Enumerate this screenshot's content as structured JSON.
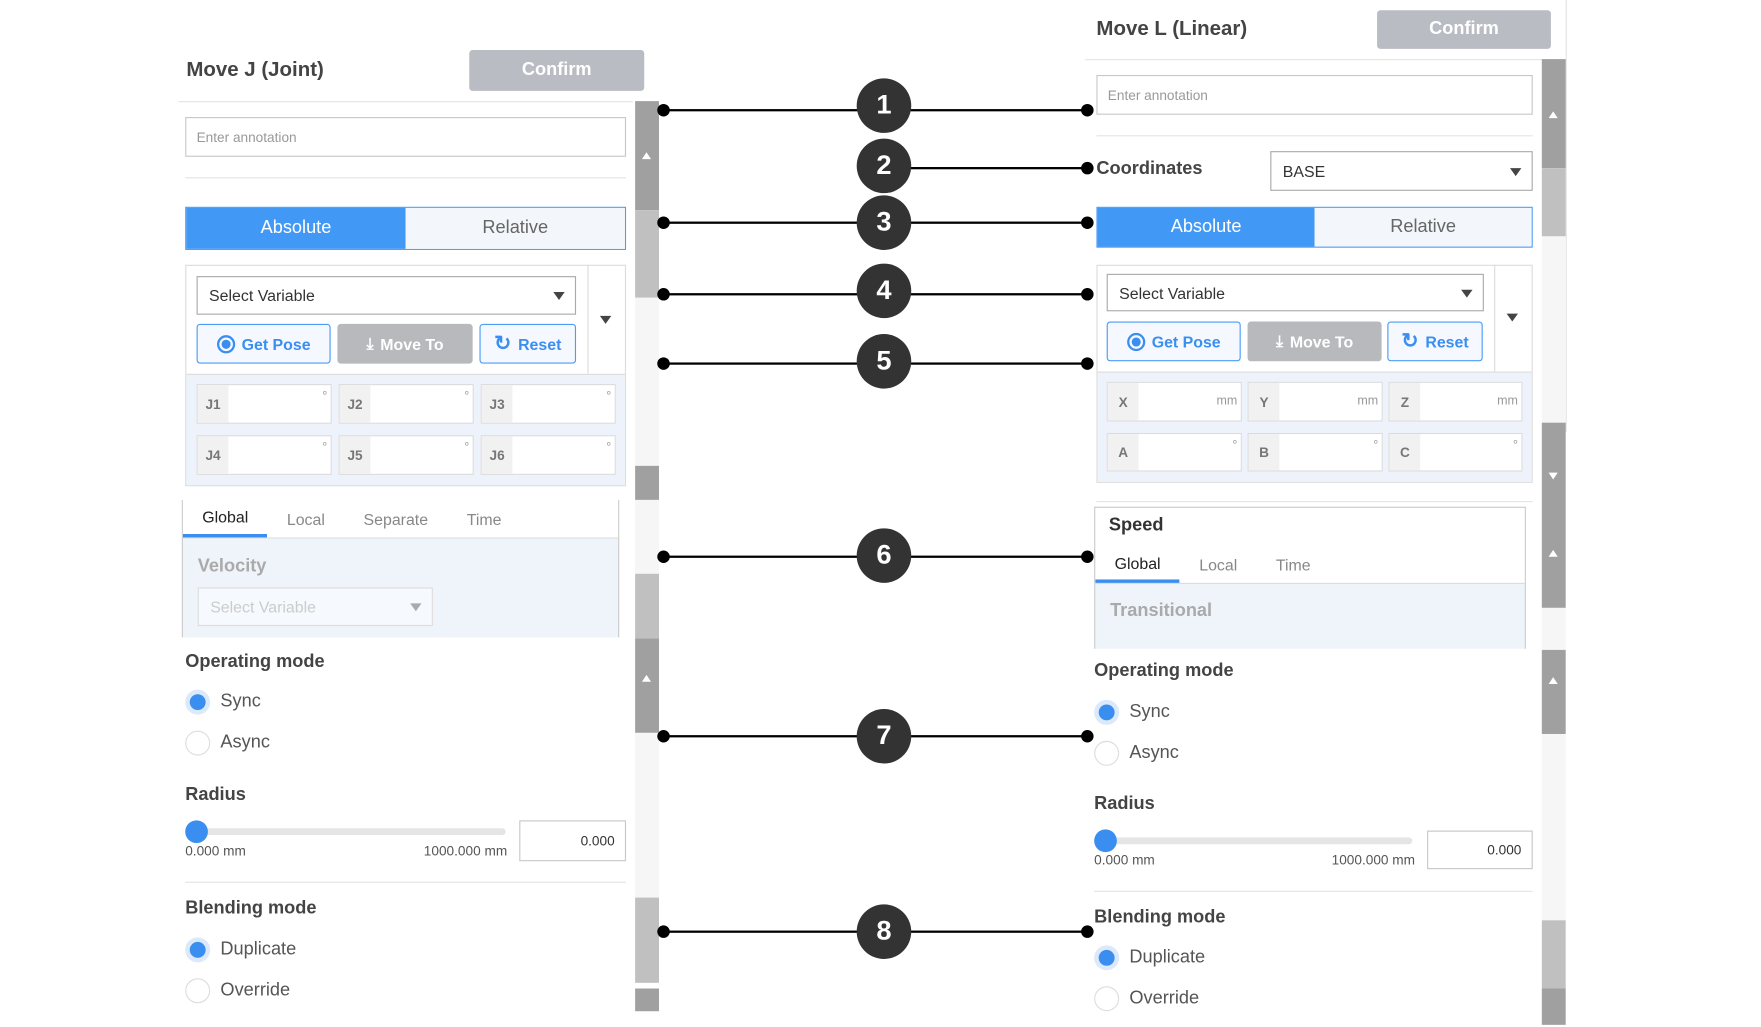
{
  "left": {
    "title": "Move J (Joint)",
    "confirm": "Confirm",
    "annotation_placeholder": "Enter annotation",
    "mode": {
      "absolute": "Absolute",
      "relative": "Relative",
      "selected": "Absolute"
    },
    "variable": "Select Variable",
    "get_pose": "Get Pose",
    "move_to": "Move To",
    "reset": "Reset",
    "fields": [
      {
        "label": "J1",
        "unit": "°"
      },
      {
        "label": "J2",
        "unit": "°"
      },
      {
        "label": "J3",
        "unit": "°"
      },
      {
        "label": "J4",
        "unit": "°"
      },
      {
        "label": "J5",
        "unit": "°"
      },
      {
        "label": "J6",
        "unit": "°"
      }
    ],
    "speed_tabs": [
      "Global",
      "Local",
      "Separate",
      "Time"
    ],
    "speed_selected": "Global",
    "velocity": "Velocity",
    "velocity_select": "Select Variable",
    "operating_mode": "Operating mode",
    "op_options": [
      "Sync",
      "Async"
    ],
    "op_selected": "Sync",
    "radius": "Radius",
    "radius_min": "0.000 mm",
    "radius_max": "1000.000 mm",
    "radius_value": "0.000",
    "blending_mode": "Blending mode",
    "blend_options": [
      "Duplicate",
      "Override"
    ],
    "blend_selected": "Duplicate"
  },
  "right": {
    "title": "Move L (Linear)",
    "confirm": "Confirm",
    "annotation_placeholder": "Enter annotation",
    "coordinates": "Coordinates",
    "coordinates_value": "BASE",
    "mode": {
      "absolute": "Absolute",
      "relative": "Relative",
      "selected": "Absolute"
    },
    "variable": "Select Variable",
    "get_pose": "Get Pose",
    "move_to": "Move To",
    "reset": "Reset",
    "fields": [
      {
        "label": "X",
        "unit": "mm"
      },
      {
        "label": "Y",
        "unit": "mm"
      },
      {
        "label": "Z",
        "unit": "mm"
      },
      {
        "label": "A",
        "unit": "°"
      },
      {
        "label": "B",
        "unit": "°"
      },
      {
        "label": "C",
        "unit": "°"
      }
    ],
    "speed": "Speed",
    "speed_tabs": [
      "Global",
      "Local",
      "Time"
    ],
    "speed_selected": "Global",
    "transitional": "Transitional",
    "operating_mode": "Operating mode",
    "op_options": [
      "Sync",
      "Async"
    ],
    "op_selected": "Sync",
    "radius": "Radius",
    "radius_min": "0.000 mm",
    "radius_max": "1000.000 mm",
    "radius_value": "0.000",
    "blending_mode": "Blending mode",
    "blend_options": [
      "Duplicate",
      "Override"
    ],
    "blend_selected": "Duplicate"
  },
  "callouts": [
    "1",
    "2",
    "3",
    "4",
    "5",
    "6",
    "7",
    "8"
  ],
  "colors": {
    "accent": "#4299f5",
    "disabled_button": "#b9bcc2",
    "callout": "#333333"
  }
}
